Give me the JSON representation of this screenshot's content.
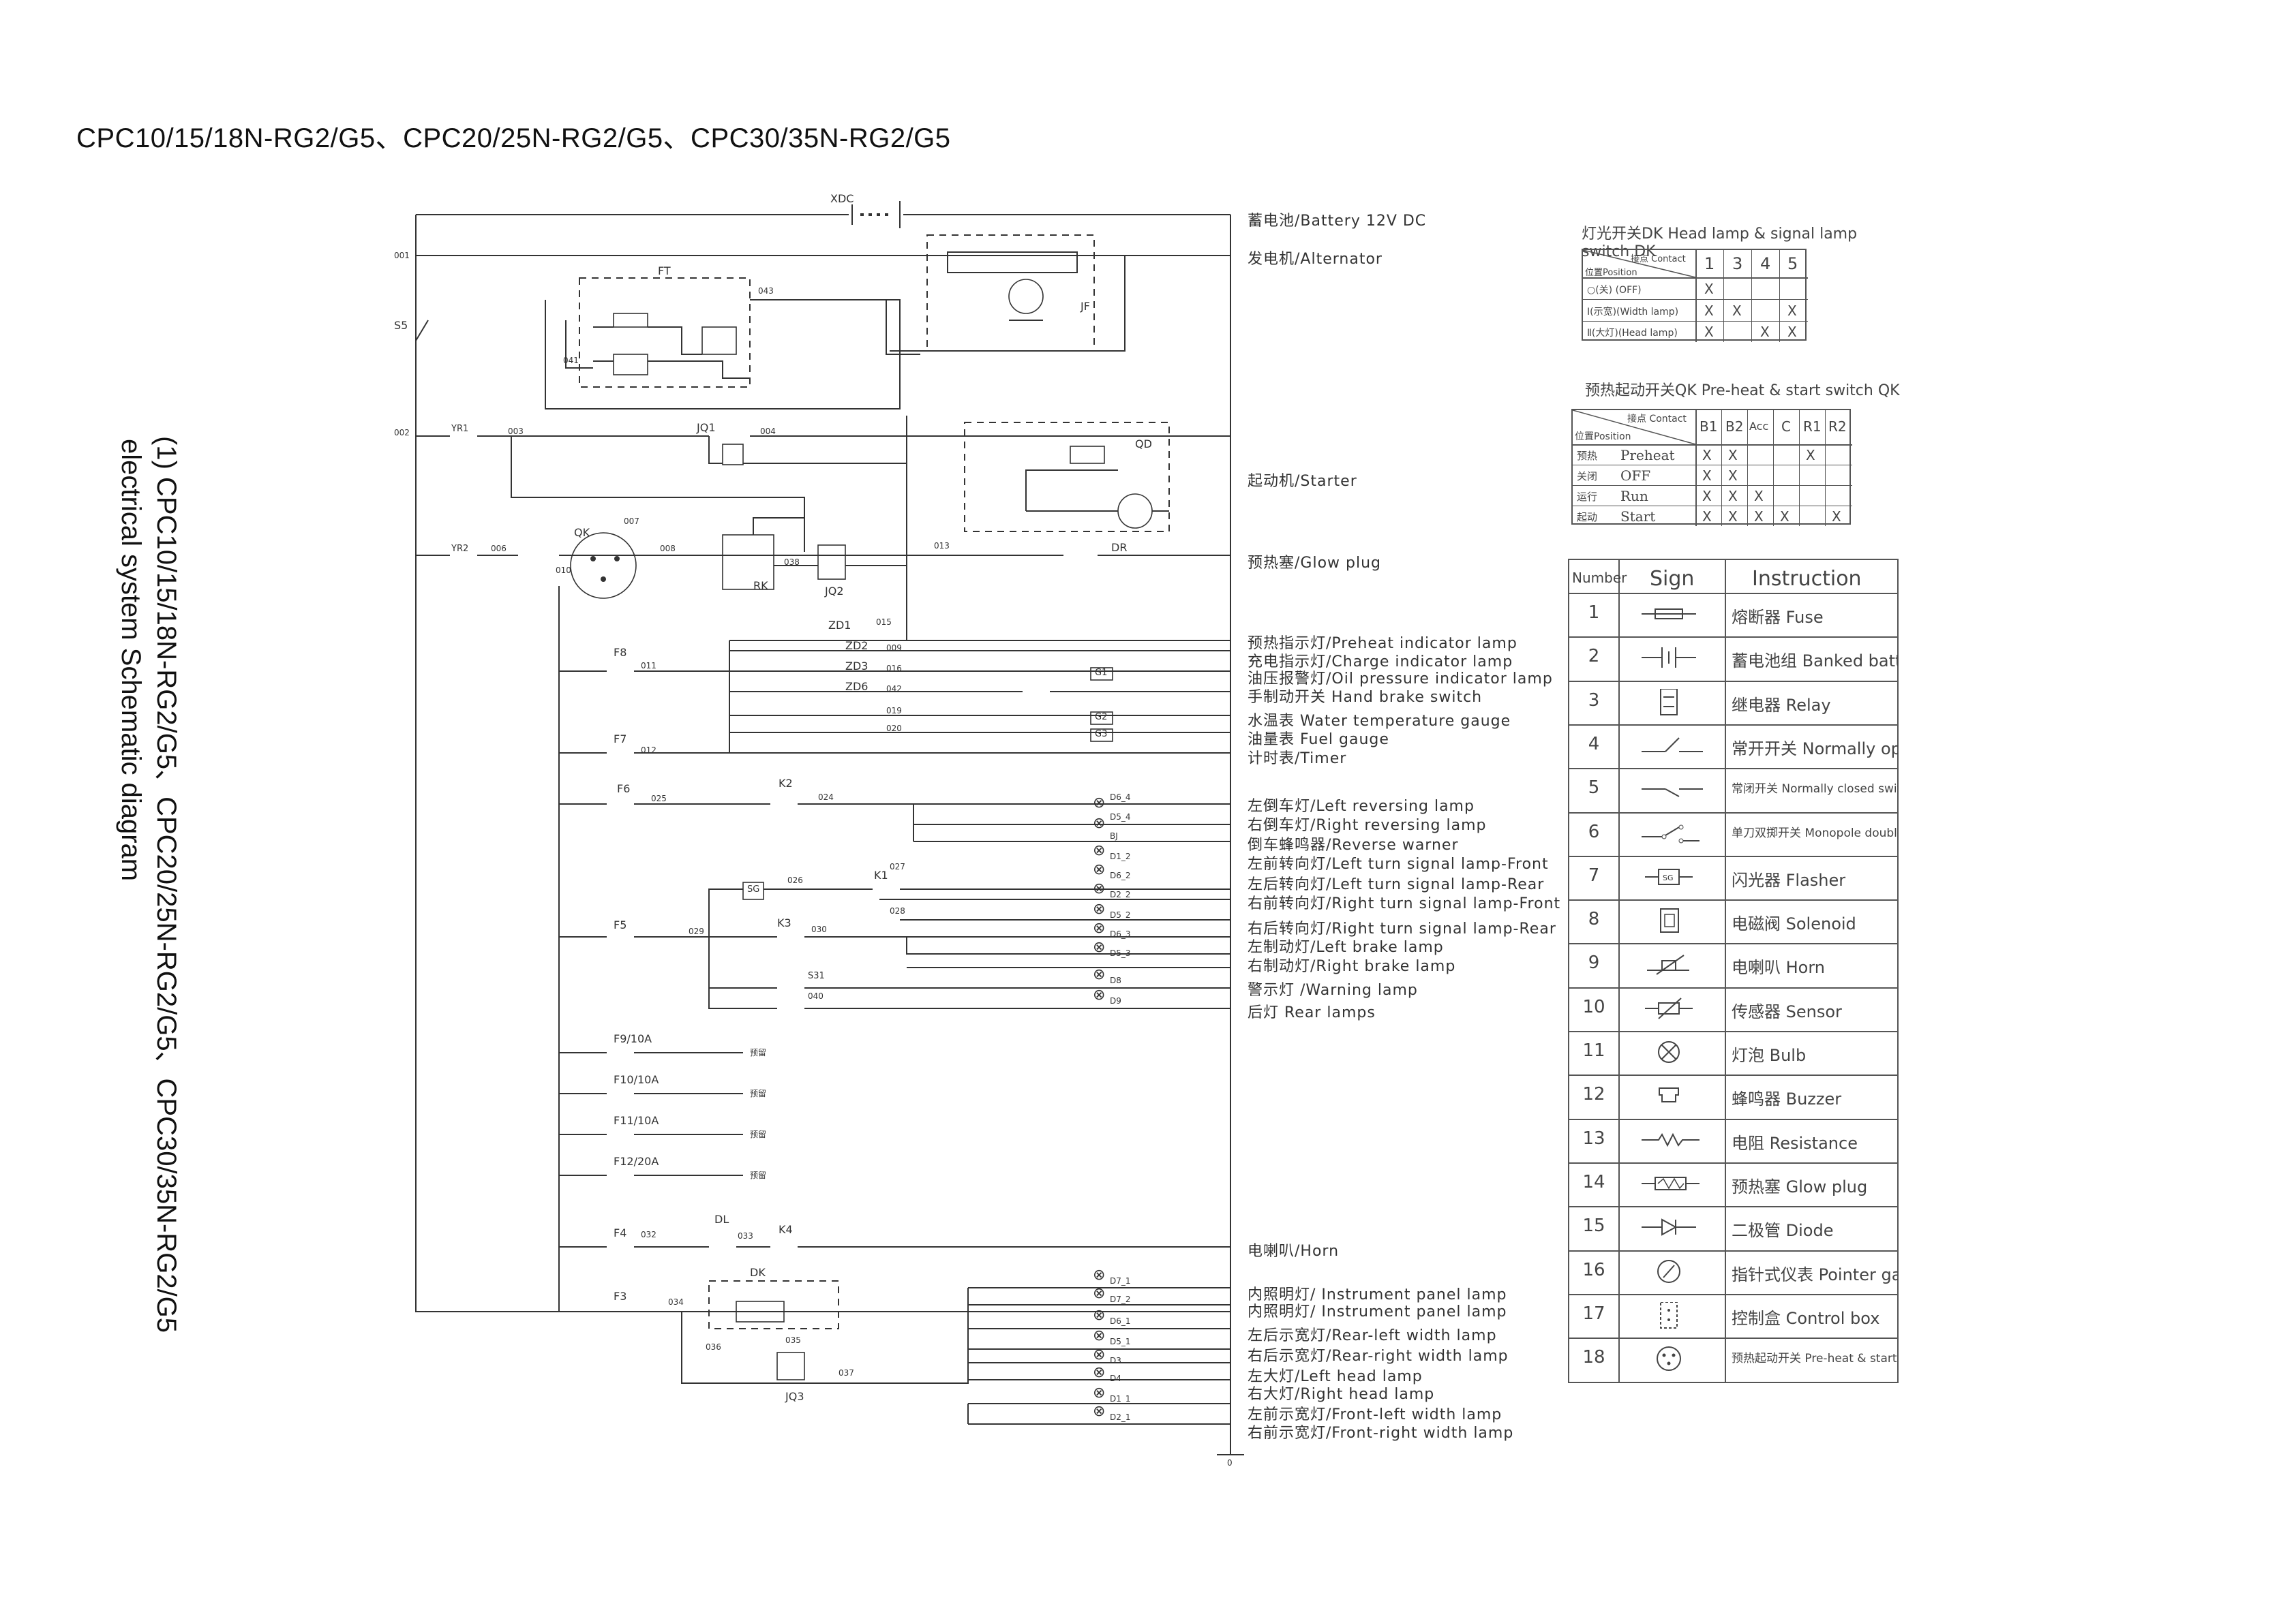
{
  "title": "CPC10/15/18N-RG2/G5、CPC20/25N-RG2/G5、CPC30/35N-RG2/G5",
  "vertical_title": {
    "line1": "(1)  CPC10/15/18N-RG2/G5、CPC20/25N-RG2/G5、CPC30/35N-RG2/G5",
    "line2": "electrical system Schematic diagram"
  },
  "components": {
    "battery": "蓄电池/Battery 12V DC",
    "alternator": "发电机/Alternator",
    "starter": "起动机/Starter",
    "glow_plug": "预热塞/Glow plug",
    "preheat_indicator": "预热指示灯/Preheat indicator lamp",
    "charge_indicator": "充电指示灯/Charge indicator lamp",
    "oil_pressure": "油压报警灯/Oil pressure indicator lamp",
    "hand_brake": "手制动开关 Hand brake switch",
    "water_temp": "水温表   Water temperature gauge",
    "fuel_gauge": "油量表 Fuel gauge",
    "timer": "计时表/Timer",
    "left_reversing": "左倒车灯/Left reversing lamp",
    "right_reversing": "右倒车灯/Right reversing lamp",
    "reverse_warner": "倒车蜂鸣器/Reverse warner",
    "left_turn_front": "左前转向灯/Left turn signal lamp-Front",
    "left_turn_rear": "左后转向灯/Left turn signal lamp-Rear",
    "right_turn_front": "右前转向灯/Right turn signal lamp-Front",
    "right_turn_rear": "右后转向灯/Right turn signal lamp-Rear",
    "left_brake": "左制动灯/Left brake lamp",
    "right_brake": "右制动灯/Right brake lamp",
    "warning_lamp": "警示灯 /Warning  lamp",
    "rear_lamps": "后灯 Rear lamps",
    "horn": "电喇叭/Horn",
    "instrument_panel_1": "内照明灯/ Instrument panel lamp",
    "instrument_panel_2": "内照明灯/ Instrument panel lamp",
    "rear_left_width": "左后示宽灯/Rear-left width lamp",
    "rear_right_width": "右后示宽灯/Rear-right width lamp",
    "left_head": "左大灯/Left head lamp",
    "right_head": "右大灯/Right head lamp",
    "front_left_width": "左前示宽灯/Front-left width lamp",
    "front_right_width": "右前示宽灯/Front-right width lamp"
  },
  "schematic_labels": {
    "xdc": "XDC",
    "ft": "FT",
    "jf": "JF",
    "s5": "S5",
    "qd": "QD",
    "qk": "QK",
    "rk": "RK",
    "jq1": "JQ1",
    "jq2": "JQ2",
    "jq3": "JQ3",
    "yr1": "YR1",
    "yr2": "YR2",
    "dr": "DR",
    "f8": "F8",
    "f7": "F7",
    "f6": "F6",
    "f5": "F5",
    "f4": "F4",
    "f3": "F3",
    "f9": "F9/10A",
    "f10": "F10/10A",
    "f11": "F11/10A",
    "f12": "F12/20A",
    "k1": "K1",
    "k2": "K2",
    "k3": "K3",
    "k4": "K4",
    "sg": "SG",
    "dl": "DL",
    "dk": "DK",
    "s31": "S31",
    "spare": "预留",
    "zd1": "ZD1",
    "zd2": "ZD2",
    "zd3": "ZD3",
    "zd6": "ZD6",
    "w001": "001",
    "w002": "002",
    "w003": "003",
    "w004": "004",
    "w006": "006",
    "w007": "007",
    "w008": "008",
    "w009": "009",
    "w010": "010",
    "w011": "011",
    "w012": "012",
    "w013": "013",
    "w015": "015",
    "w016": "016",
    "w019": "019",
    "w020": "020",
    "w024": "024",
    "w025": "025",
    "w026": "026",
    "w027": "027",
    "w028": "028",
    "w029": "029",
    "w030": "030",
    "w032": "032",
    "w033": "033",
    "w034": "034",
    "w035": "035",
    "w036": "036",
    "w037": "037",
    "w038": "038",
    "w040": "040",
    "w041": "041",
    "w042": "042",
    "w043": "043",
    "w0": "0",
    "d6_4": "D6_4",
    "d5_4": "D5_4",
    "bj": "BJ",
    "d1_2": "D1_2",
    "d6_2": "D6_2",
    "d2_2": "D2_2",
    "d5_2": "D5_2",
    "d6_3": "D6_3",
    "d5_3": "D5_3",
    "d8": "D8",
    "d9": "D9",
    "d7_1": "D7_1",
    "d7_2": "D7_2",
    "d6_1": "D6_1",
    "d5_1": "D5_1",
    "d3": "D3",
    "d4": "D4",
    "d1_1": "D1_1",
    "d2_1": "D2_1",
    "g1": "G1",
    "g2": "G2",
    "g3": "G3"
  },
  "dk_table": {
    "title": "灯光开关DK  Head lamp & signal lamp switch DK",
    "corner_top": "接点 Contact",
    "corner_bottom": "位置Position",
    "columns": [
      "1",
      "3",
      "4",
      "5"
    ],
    "rows": [
      {
        "label": "○(关)    (OFF)",
        "marks": [
          "X",
          "",
          "",
          ""
        ]
      },
      {
        "label": "Ⅰ(示宽)(Width lamp)",
        "marks": [
          "X",
          "X",
          "",
          "X"
        ]
      },
      {
        "label": "Ⅱ(大灯)(Head lamp)",
        "marks": [
          "X",
          "",
          "X",
          "X"
        ]
      }
    ]
  },
  "qk_table": {
    "title": "预热起动开关QK  Pre-heat & start switch  QK",
    "corner_top": "接点 Contact",
    "corner_bottom": "位置Position",
    "columns": [
      "B1",
      "B2",
      "Acc",
      "C",
      "R1",
      "R2"
    ],
    "rows": [
      {
        "label_cn": "预热",
        "label_en": "Preheat",
        "marks": [
          "X",
          "X",
          "",
          "",
          "X",
          ""
        ]
      },
      {
        "label_cn": "关闭",
        "label_en": "OFF",
        "marks": [
          "X",
          "X",
          "",
          "",
          "",
          ""
        ]
      },
      {
        "label_cn": "运行",
        "label_en": "Run",
        "marks": [
          "X",
          "X",
          "X",
          "",
          "",
          ""
        ]
      },
      {
        "label_cn": "起动",
        "label_en": "Start",
        "marks": [
          "X",
          "X",
          "X",
          "X",
          "",
          "X"
        ]
      }
    ]
  },
  "legend_table": {
    "headers": [
      "Number",
      "Sign",
      "Instruction"
    ],
    "rows": [
      {
        "number": "1",
        "instruction": "熔断器  Fuse",
        "icon": "fuse-icon"
      },
      {
        "number": "2",
        "instruction": "蓄电池组  Banked battery",
        "icon": "battery-icon"
      },
      {
        "number": "3",
        "instruction": "继电器  Relay",
        "icon": "relay-icon"
      },
      {
        "number": "4",
        "instruction": "常开开关 Normally open switch",
        "icon": "normally-open-switch-icon"
      },
      {
        "number": "5",
        "instruction": "常闭开关 Normally closed switch",
        "icon": "normally-closed-switch-icon"
      },
      {
        "number": "6",
        "instruction": "单刀双掷开关 Monopole double throw switch",
        "icon": "double-throw-switch-icon"
      },
      {
        "number": "7",
        "instruction": "闪光器    Flasher",
        "icon": "flasher-icon"
      },
      {
        "number": "8",
        "instruction": "电磁阀  Solenoid",
        "icon": "solenoid-icon"
      },
      {
        "number": "9",
        "instruction": "电喇叭  Horn",
        "icon": "horn-icon"
      },
      {
        "number": "10",
        "instruction": "传感器  Sensor",
        "icon": "sensor-icon"
      },
      {
        "number": "11",
        "instruction": "灯泡  Bulb",
        "icon": "bulb-icon"
      },
      {
        "number": "12",
        "instruction": "蜂鸣器  Buzzer",
        "icon": "buzzer-icon"
      },
      {
        "number": "13",
        "instruction": "电阻  Resistance",
        "icon": "resistance-icon"
      },
      {
        "number": "14",
        "instruction": "预热塞  Glow plug",
        "icon": "glow-plug-icon"
      },
      {
        "number": "15",
        "instruction": "二极管  Diode",
        "icon": "diode-icon"
      },
      {
        "number": "16",
        "instruction": "指针式仪表 Pointer  gauge",
        "icon": "pointer-gauge-icon"
      },
      {
        "number": "17",
        "instruction": "控制盒  Control box",
        "icon": "control-box-icon"
      },
      {
        "number": "18",
        "instruction": "预热起动开关 Pre-heat & start switch",
        "icon": "preheat-start-switch-icon"
      }
    ]
  }
}
